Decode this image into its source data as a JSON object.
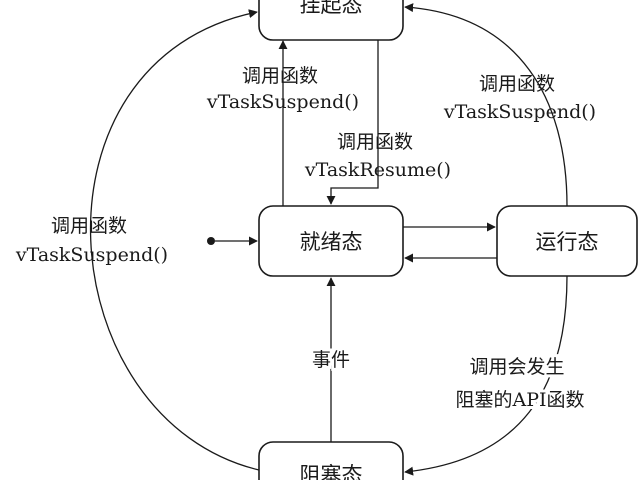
{
  "states": {
    "suspended": "挂起态",
    "ready": "就绪态",
    "running": "运行态",
    "blocked": "阻塞态"
  },
  "annotations": {
    "ready_to_suspended": [
      "调用函数",
      "vTaskSuspend()"
    ],
    "suspended_to_ready": [
      "调用函数",
      "vTaskResume()"
    ],
    "running_to_suspended": [
      "调用函数",
      "vTaskSuspend()"
    ],
    "blocked_to_suspended": [
      "调用函数",
      "vTaskSuspend()"
    ],
    "blocked_to_ready": "事件",
    "running_to_blocked": [
      "调用会发生",
      "阻塞的API函数"
    ]
  },
  "colors": {
    "stroke": "#1a1a1a",
    "background": "#ffffff"
  }
}
